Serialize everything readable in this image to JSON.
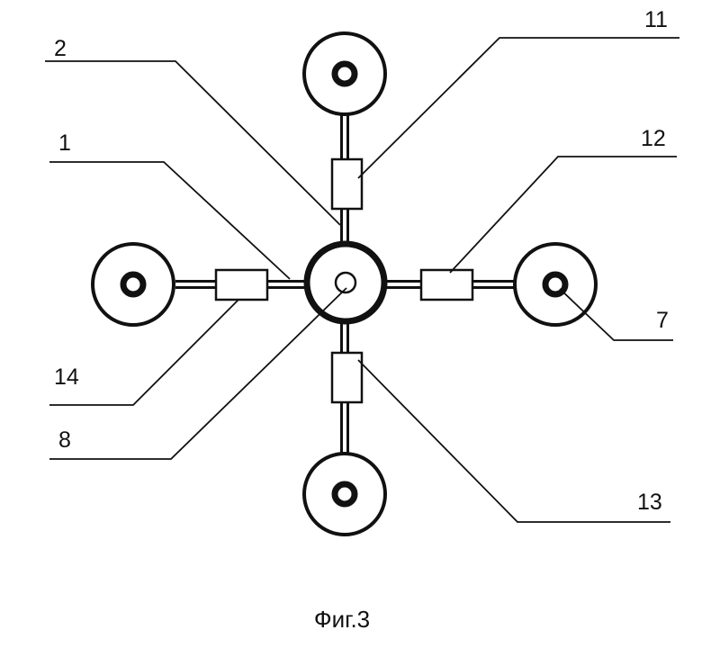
{
  "figure": {
    "caption": "Фиг.3",
    "labels": {
      "ref_1": "1",
      "ref_2": "2",
      "ref_7": "7",
      "ref_8": "8",
      "ref_11": "11",
      "ref_12": "12",
      "ref_13": "13",
      "ref_14": "14"
    }
  }
}
